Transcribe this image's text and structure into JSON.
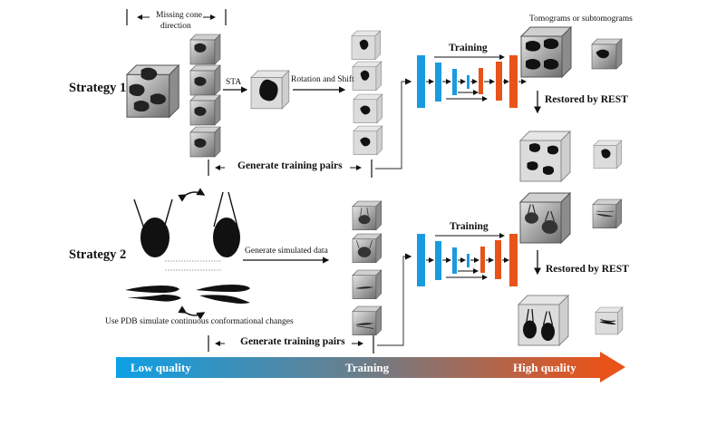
{
  "strategy1": {
    "label": "Strategy 1",
    "missing_cone_line1": "Missing cone",
    "missing_cone_line2": "direction",
    "sta_label": "STA",
    "rotation_label": "Rotation and Shift",
    "generate_pairs_label": "Generate training pairs",
    "training_label": "Training",
    "tomograms_label": "Tomograms or subtomograms",
    "restored_label": "Restored by REST"
  },
  "strategy2": {
    "label": "Strategy 2",
    "simulated_label": "Generate simulated data",
    "pdb_label": "Use PDB simulate continuous conformational changes",
    "generate_pairs_label": "Generate training pairs",
    "training_label": "Training",
    "restored_label": "Restored by REST"
  },
  "quality_arrow": {
    "low": "Low quality",
    "mid": "Training",
    "high": "High quality",
    "color_start": "#0ea0e6",
    "color_end": "#e8531a"
  },
  "colors": {
    "encoder": "#1a9be0",
    "decoder": "#e8531a",
    "cube_face": "#b8b8b8",
    "cube_light": "#dcdcdc",
    "particle": "#1a1a1a"
  }
}
